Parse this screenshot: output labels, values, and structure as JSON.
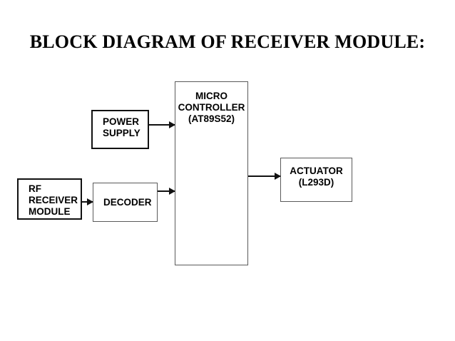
{
  "page": {
    "title": "BLOCK DIAGRAM OF RECEIVER MODULE:",
    "background_color": "#ffffff",
    "line_color": "#111111"
  },
  "diagram": {
    "type": "block-diagram",
    "blocks": [
      {
        "id": "power-supply",
        "label": "POWER\nSUPPLY",
        "lines": [
          "POWER",
          "SUPPLY"
        ]
      },
      {
        "id": "microcontroller",
        "label": "MICRO\nCONTROLLER\n(AT89S52)",
        "lines": [
          "MICRO",
          "CONTROLLER",
          "(AT89S52)"
        ]
      },
      {
        "id": "rf-receiver-module",
        "label": "RF\nRECEIVER\nMODULE",
        "lines": [
          "RF",
          "RECEIVER",
          "MODULE"
        ]
      },
      {
        "id": "decoder",
        "label": "DECODER",
        "lines": [
          "DECODER"
        ]
      },
      {
        "id": "actuator",
        "label": "ACTUATOR\n(L293D)",
        "lines": [
          "ACTUATOR",
          "(L293D)"
        ]
      }
    ],
    "connections": [
      {
        "id": "power-to-mcu",
        "from": "power-supply",
        "to": "microcontroller"
      },
      {
        "id": "rf-to-decoder",
        "from": "rf-receiver-module",
        "to": "decoder"
      },
      {
        "id": "decoder-to-mcu",
        "from": "decoder",
        "to": "microcontroller"
      },
      {
        "id": "mcu-to-actuator",
        "from": "microcontroller",
        "to": "actuator"
      }
    ]
  }
}
